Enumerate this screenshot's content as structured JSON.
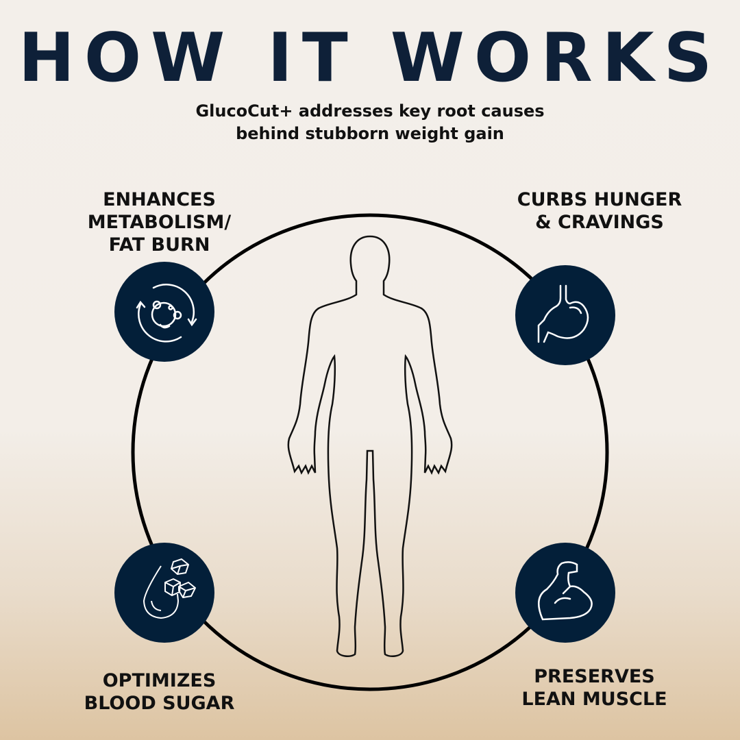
{
  "header": {
    "title": "HOW IT WORKS",
    "subtitle_line1": "GlucoCut+ addresses key root causes",
    "subtitle_line2": "behind stubborn weight gain"
  },
  "benefits": [
    {
      "line1": "ENHANCES",
      "line2": "METABOLISM/",
      "line3": "FAT BURN",
      "icon": "metabolism-cycle-icon"
    },
    {
      "line1": "CURBS HUNGER",
      "line2": "& CRAVINGS",
      "icon": "stomach-icon"
    },
    {
      "line1": "OPTIMIZES",
      "line2": "BLOOD SUGAR",
      "icon": "blood-drop-sugar-cubes-icon"
    },
    {
      "line1": "PRESERVES",
      "line2": "LEAN MUSCLE",
      "icon": "flexed-bicep-icon"
    }
  ],
  "colors": {
    "navy": "#031f39",
    "ring": "#000000"
  }
}
